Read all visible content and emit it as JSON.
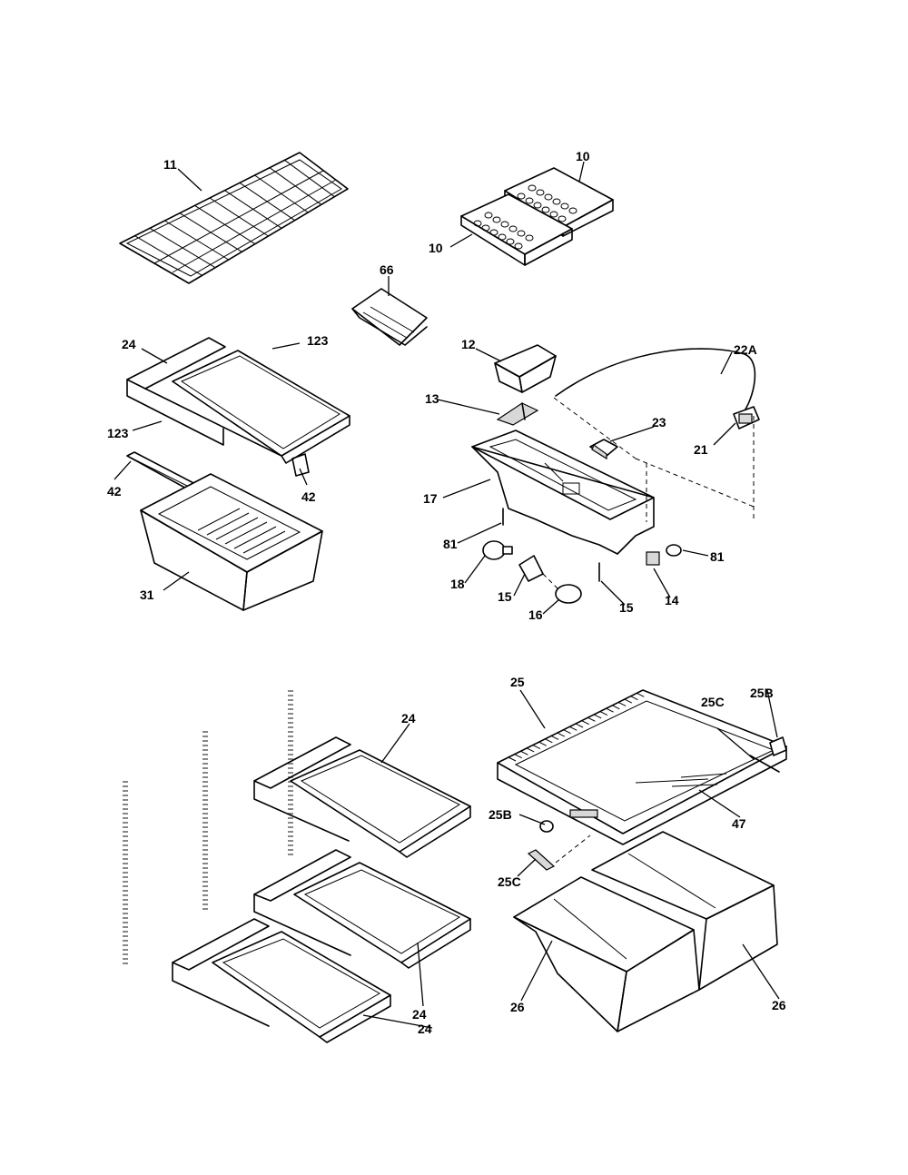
{
  "callouts": [
    {
      "id": "c11",
      "text": "11"
    },
    {
      "id": "c10a",
      "text": "10"
    },
    {
      "id": "c10b",
      "text": "10"
    },
    {
      "id": "c66",
      "text": "66"
    },
    {
      "id": "c24a",
      "text": "24"
    },
    {
      "id": "c123a",
      "text": "123"
    },
    {
      "id": "c123b",
      "text": "123"
    },
    {
      "id": "c42a",
      "text": "42"
    },
    {
      "id": "c42b",
      "text": "42"
    },
    {
      "id": "c31",
      "text": "31"
    },
    {
      "id": "c12",
      "text": "12"
    },
    {
      "id": "c13",
      "text": "13"
    },
    {
      "id": "c22A",
      "text": "22A"
    },
    {
      "id": "c23",
      "text": "23"
    },
    {
      "id": "c21",
      "text": "21"
    },
    {
      "id": "c17",
      "text": "17"
    },
    {
      "id": "c81a",
      "text": "81"
    },
    {
      "id": "c81b",
      "text": "81"
    },
    {
      "id": "c18",
      "text": "18"
    },
    {
      "id": "c15a",
      "text": "15"
    },
    {
      "id": "c16",
      "text": "16"
    },
    {
      "id": "c15b",
      "text": "15"
    },
    {
      "id": "c14",
      "text": "14"
    },
    {
      "id": "c25",
      "text": "25"
    },
    {
      "id": "c25Ca",
      "text": "25C"
    },
    {
      "id": "c25Ba",
      "text": "25B"
    },
    {
      "id": "c24b",
      "text": "24"
    },
    {
      "id": "c47",
      "text": "47"
    },
    {
      "id": "c25Bb",
      "text": "25B"
    },
    {
      "id": "c25Cb",
      "text": "25C"
    },
    {
      "id": "c24c",
      "text": "24"
    },
    {
      "id": "c24d",
      "text": "24"
    },
    {
      "id": "c26a",
      "text": "26"
    },
    {
      "id": "c26b",
      "text": "26"
    }
  ]
}
